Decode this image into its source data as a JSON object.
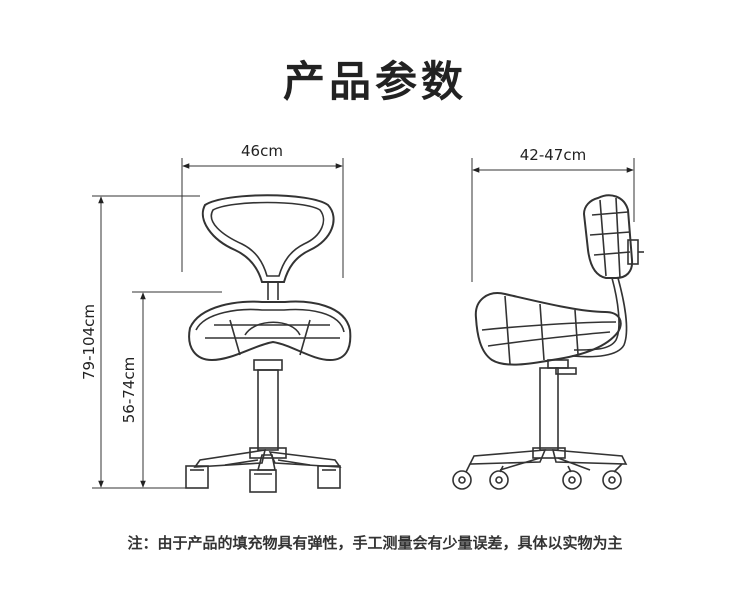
{
  "title": "产品参数",
  "front": {
    "width_label": "46cm",
    "total_height_label": "79-104cm",
    "seat_height_label": "56-74cm"
  },
  "side": {
    "depth_label": "42-47cm"
  },
  "note": "注：由于产品的填充物具有弹性，手工测量会有少量误差，具体以实物为主"
}
